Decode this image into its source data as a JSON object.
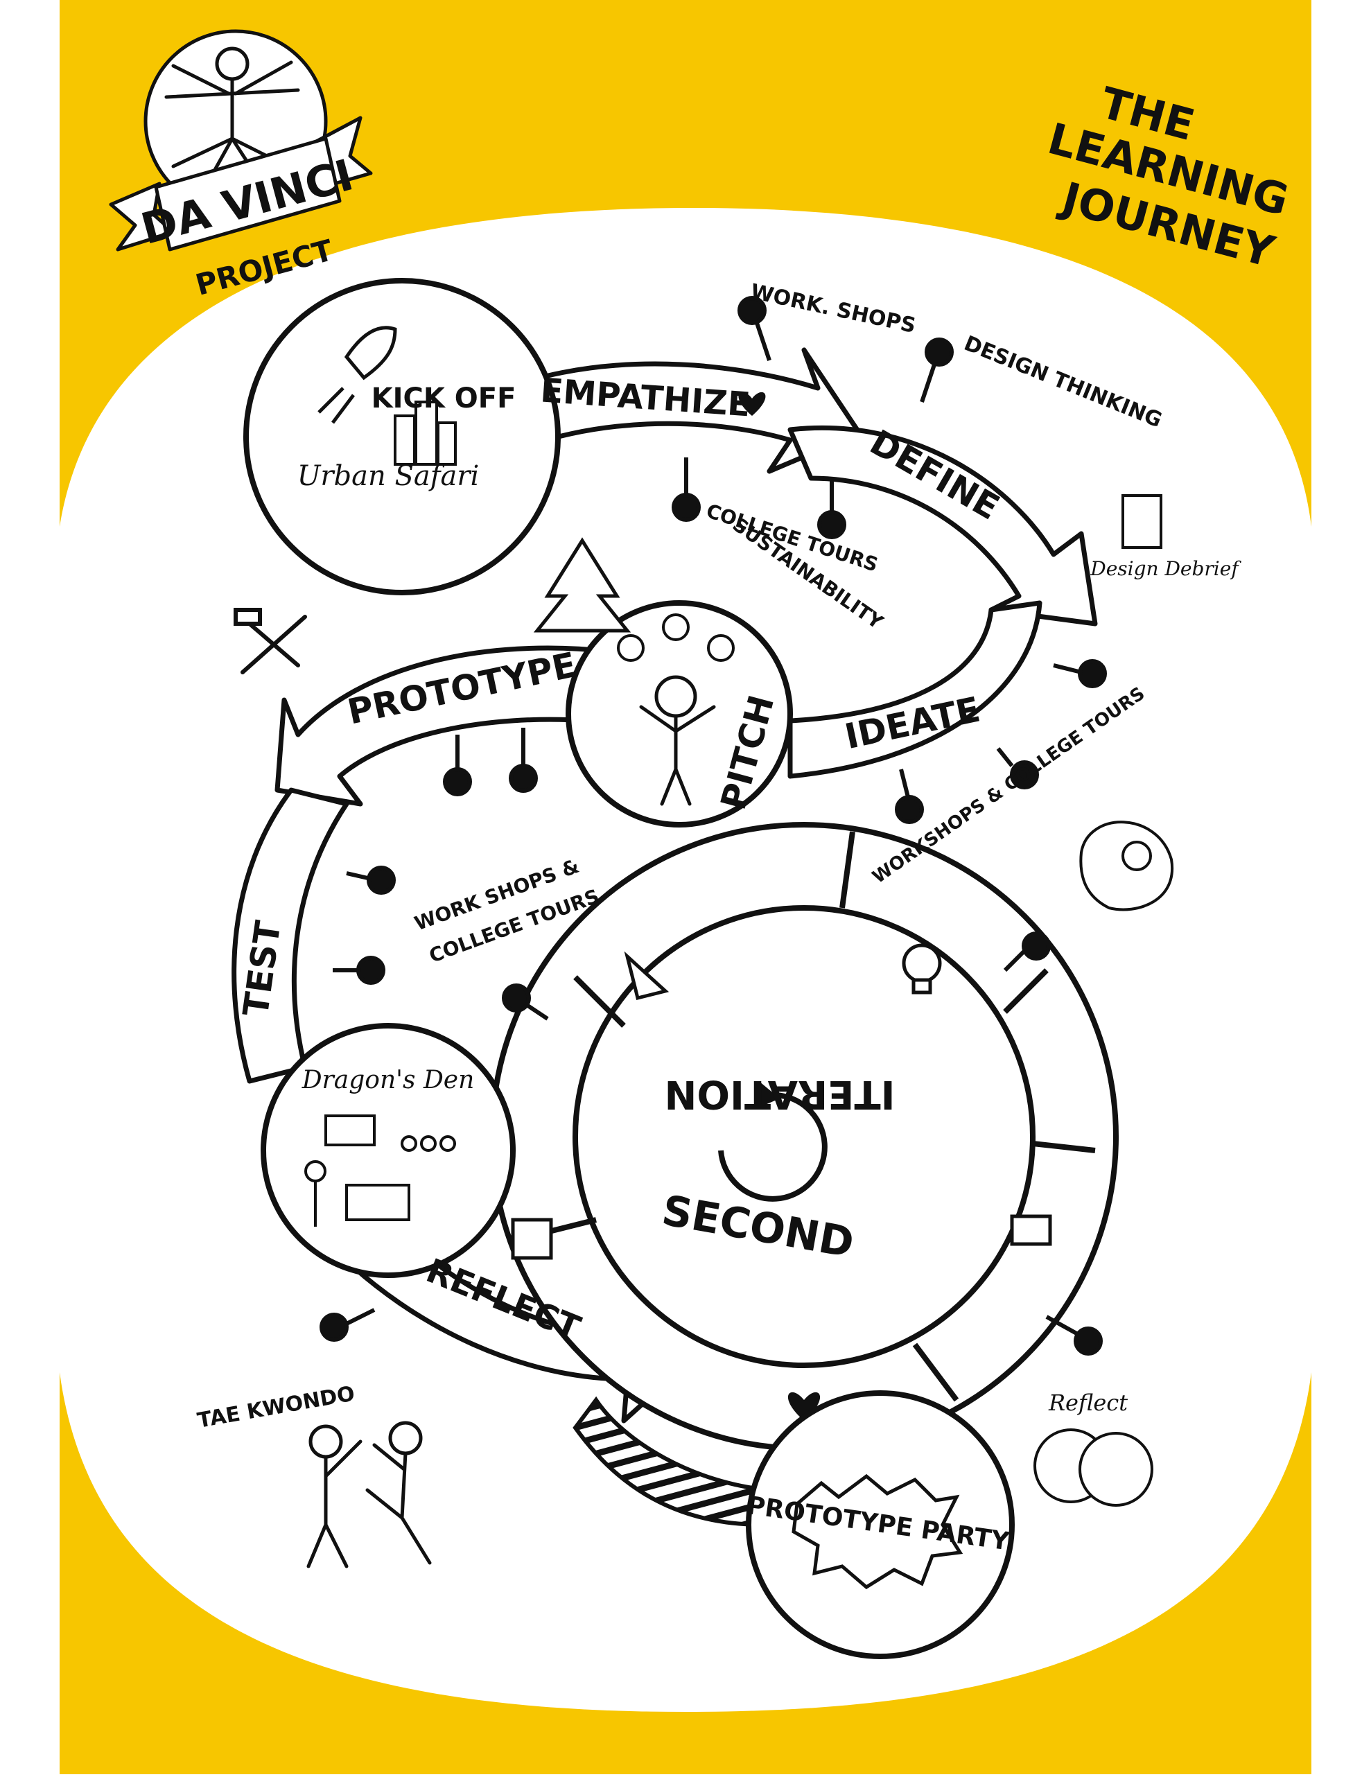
{
  "header": {
    "logo_line1": "DA VINCI",
    "logo_line2": "PROJECT",
    "title_lines": [
      "THE",
      "LEARNING",
      "JOURNEY"
    ]
  },
  "stations": {
    "kickoff": "KICK OFF",
    "urban_safari": "Urban Safari",
    "pitch": "PITCH",
    "dragons_den": "Dragon's Den",
    "prototype_party": "PROTOTYPE PARTY"
  },
  "stages": {
    "empathize": "EMPATHIZE",
    "define": "DEFINE",
    "ideate": "IDEATE",
    "prototype": "PROTOTYPE",
    "test": "TEST",
    "reflect": "REFLECT"
  },
  "activities": {
    "workshops": "WORK. SHOPS",
    "design_thinking": "DESIGN THINKING",
    "design_debrief": "Design Debrief",
    "college_tours": "COLLEGE TOURS",
    "sustainability": "SUSTAINABILITY",
    "workshops_college_tours_right": "WORKSHOPS & COLLEGE TOURS",
    "workshops_college_tours_left_1": "WORK SHOPS &",
    "workshops_college_tours_left_2": "COLLEGE TOURS",
    "taekwondo": "TAE KWONDO",
    "reflect_small": "Reflect"
  },
  "iteration": {
    "second": "SECOND",
    "iteration": "ITERATION"
  },
  "colors": {
    "brand_yellow": "#F7C600",
    "ink": "#111111",
    "paper": "#ffffff"
  }
}
